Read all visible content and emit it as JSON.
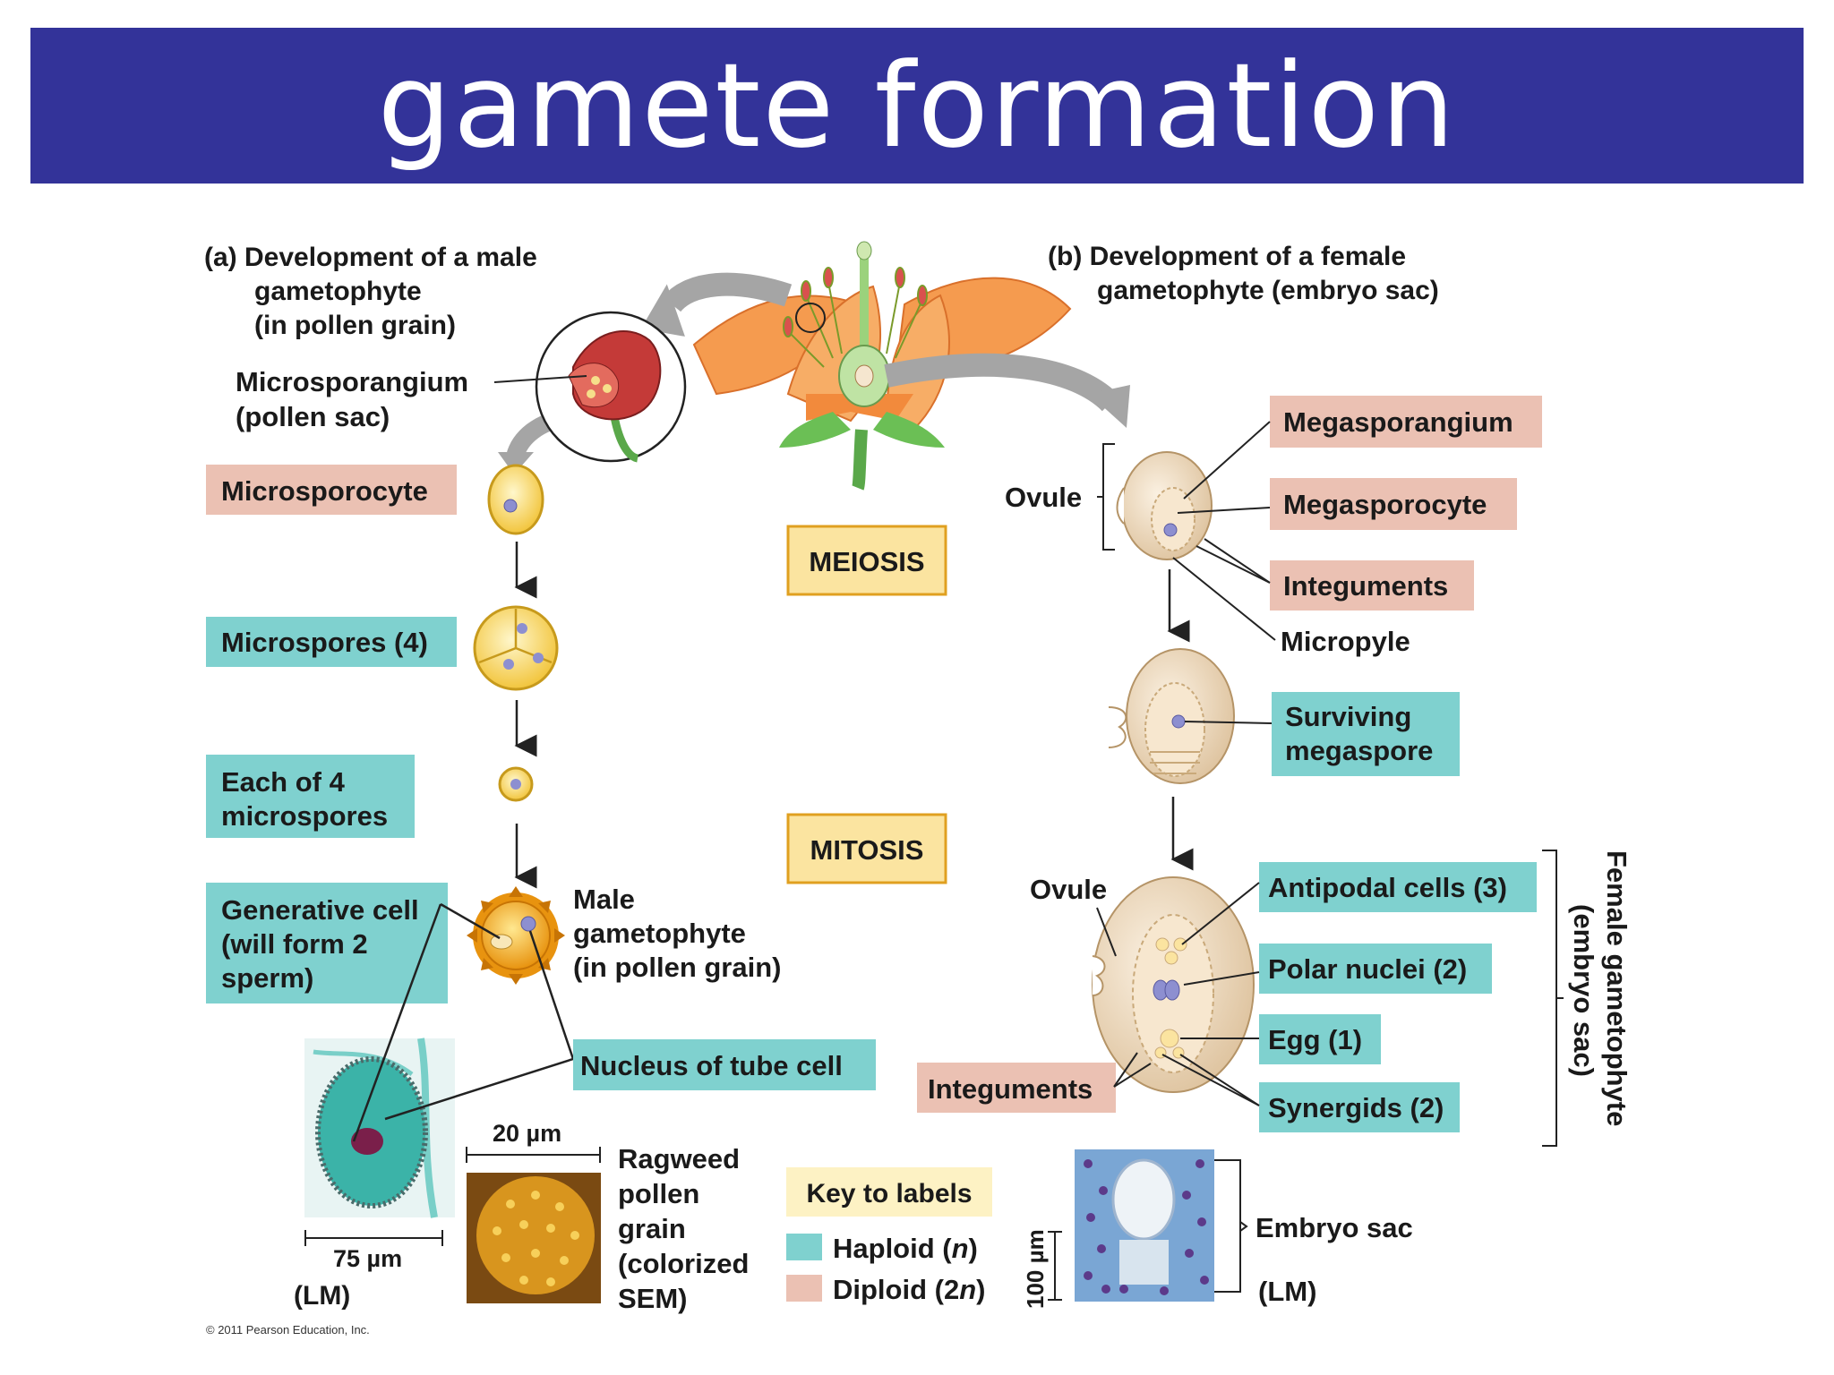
{
  "title": "gamete formation",
  "panel_a": {
    "heading_line1": "(a) Development of a male",
    "heading_line2": "gametophyte",
    "heading_line3": "(in pollen grain)",
    "microsporangium_line1": "Microsporangium",
    "microsporangium_line2": "(pollen sac)",
    "microsporocyte": "Microsporocyte",
    "microspores": "Microspores (4)",
    "each_line1": "Each of 4",
    "each_line2": "microspores",
    "generative_line1": "Generative cell",
    "generative_line2": "(will form 2",
    "generative_line3": "sperm)",
    "male_line1": "Male",
    "male_line2": "gametophyte",
    "male_line3": "(in pollen grain)",
    "tube_nucleus": "Nucleus of tube cell",
    "scale_lm": "75 µm",
    "lm": "(LM)",
    "scale_sem": "20 µm",
    "ragweed_line1": "Ragweed",
    "ragweed_line2": "pollen",
    "ragweed_line3": "grain",
    "ragweed_line4": "(colorized",
    "ragweed_line5": "SEM)",
    "copyright": "© 2011 Pearson Education, Inc."
  },
  "center": {
    "meiosis": "MEIOSIS",
    "mitosis": "MITOSIS",
    "key_title": "Key to labels",
    "key_haploid": "Haploid (",
    "key_haploid_n": "n",
    "key_close": ")",
    "key_diploid": "Diploid (2",
    "key_diploid_n": "n",
    "colors": {
      "haploid": "#7fd1cf",
      "diploid": "#ebc1b3",
      "process": "#fbe4a0",
      "process_border": "#e0a020"
    }
  },
  "panel_b": {
    "heading_line1": "(b) Development of a female",
    "heading_line2": "gametophyte (embryo sac)",
    "megasporangium": "Megasporangium",
    "megasporocyte": "Megasporocyte",
    "integuments": "Integuments",
    "micropyle": "Micropyle",
    "ovule": "Ovule",
    "surviving_line1": "Surviving",
    "surviving_line2": "megaspore",
    "antipodal": "Antipodal cells (3)",
    "polar": "Polar nuclei (2)",
    "egg": "Egg (1)",
    "synergids": "Synergids (2)",
    "integuments2": "Integuments",
    "ovule2": "Ovule",
    "female_line1": "Female gametophyte",
    "female_line2": "(embryo sac)",
    "embryo_sac": "Embryo sac",
    "lm": "(LM)",
    "scale": "100 µm"
  }
}
